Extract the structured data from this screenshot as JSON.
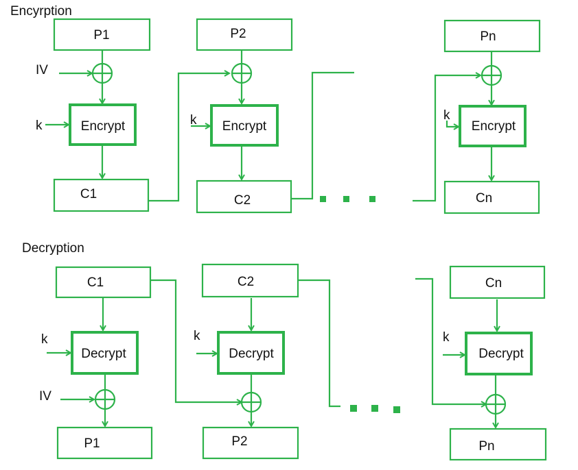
{
  "encryption": {
    "title": "Encyrption",
    "plaintexts": [
      "P1",
      "P2",
      "Pn"
    ],
    "ciphers": [
      "C1",
      "C2",
      "Cn"
    ],
    "block_label": "Encrypt",
    "key_label": "k",
    "iv_label": "IV"
  },
  "decryption": {
    "title": "Decryption",
    "ciphers": [
      "C1",
      "C2",
      "Cn"
    ],
    "plaintexts": [
      "P1",
      "P2",
      "Pn"
    ],
    "block_label": "Decrypt",
    "key_label": "k",
    "iv_label": "IV"
  },
  "colors": {
    "accent": "#2db24a",
    "text": "#111111"
  }
}
